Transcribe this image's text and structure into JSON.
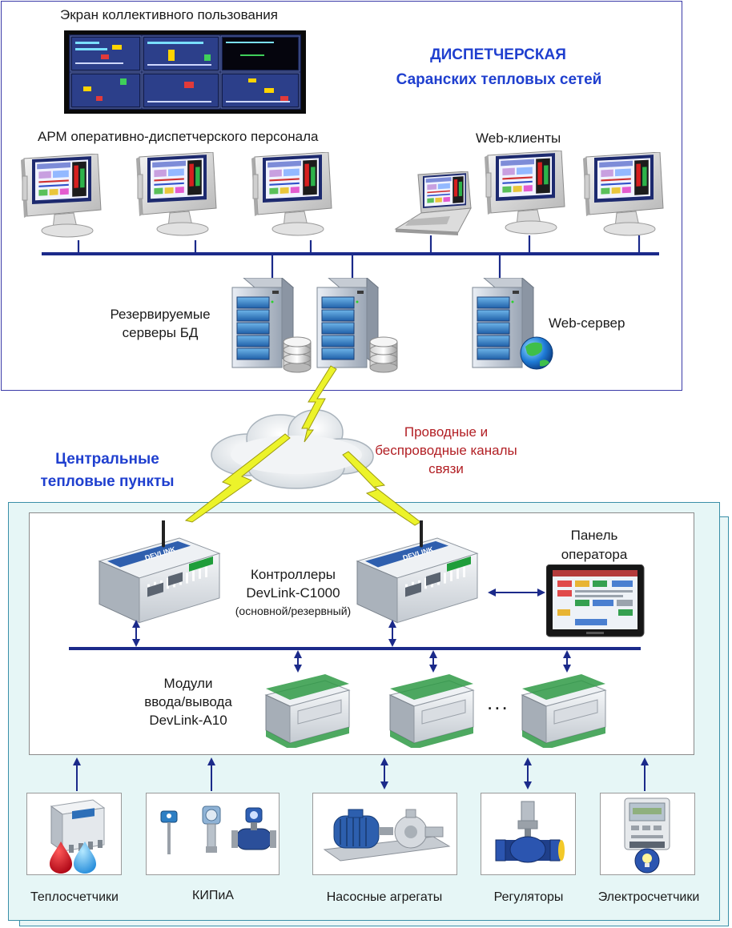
{
  "dispatch": {
    "title_line1": "ДИСПЕТЧЕРСКАЯ",
    "title_line2": "Саранских тепловых сетей",
    "collective_screen_label": "Экран коллективного пользования",
    "arm_label": "АРМ оперативно-диспетчерского персонала",
    "web_clients_label": "Web-клиенты",
    "db_servers_line1": "Резервируемые",
    "db_servers_line2": "серверы БД",
    "web_server_label": "Web-сервер"
  },
  "links": {
    "line1": "Проводные и",
    "line2": "беспроводные каналы",
    "line3": "связи"
  },
  "ctp": {
    "title_line1": "Центральные",
    "title_line2": "тепловые пункты",
    "controllers_line1": "Контроллеры",
    "controllers_line2": "DevLink-C1000",
    "controllers_line3": "(основной/резервный)",
    "panel_line1": "Панель",
    "panel_line2": "оператора",
    "modules_line1": "Модули",
    "modules_line2": "ввода/вывода",
    "modules_line3": "DevLink-A10",
    "ellipsis": "...",
    "brand": "DEVLINK"
  },
  "field_devices": [
    {
      "label": "Теплосчетчики"
    },
    {
      "label": "КИПиА"
    },
    {
      "label": "Насосные агрегаты"
    },
    {
      "label": "Регуляторы"
    },
    {
      "label": "Электросчетчики"
    }
  ],
  "colors": {
    "title_blue": "#1f3fcf",
    "link_red": "#b21f24",
    "bus_navy": "#1b2a8a",
    "panel_border": "#3a8fa8",
    "panel_fill": "#e6f6f6",
    "lightning": "#ecf32a"
  }
}
